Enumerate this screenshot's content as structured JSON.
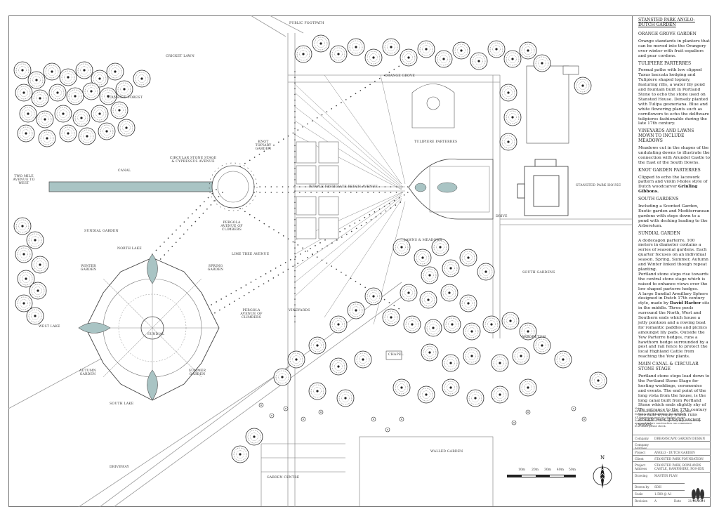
{
  "labels": {
    "public_footpath": "PUBLIC FOOTPATH",
    "cricket_lawn": "CRICKET LAWN",
    "stansted_forest": "STANSTED FOREST",
    "orange_grove": "ORANGE GROVE",
    "knot_topiary": "KNOT TOPIARY GARDEN",
    "tulipiere_parterres": "TULIPIERE PARTERRES",
    "circular_stage": "CIRCULAR STONE STAGE & CYPRESSUS AVENUE",
    "canal": "CANAL",
    "two_mile_avenue": "TWO MILE AVENUE TO WEST",
    "purple_fastigiate": "PURPLE FASTIGIATE BEECH AVENUE",
    "stansted_house": "STANSTED PARK HOUSE",
    "drive": "DRIVE",
    "sundial_garden": "SUNDIAL GARDEN",
    "pergola_top": "PERGOLA AVENUE OF CLIMBERS",
    "north_lake": "NORTH LAKE",
    "lawns_meadows": "LAWNS & MEADOWS",
    "winter_garden": "WINTER GARDEN",
    "lime_tree_avenue": "LIME TREE AVENUE",
    "spring_garden": "SPRING GARDEN",
    "south_gardens": "SOUTH GARDENS",
    "pergola_bottom": "PERGOLA AVENUE OF CLIMBERS",
    "vineyards": "VINEYARDS",
    "west_lake": "WEST LAKE",
    "sundial": "SUNDIAL",
    "arboretum": "ARBORETUM",
    "chapel": "CHAPEL",
    "autumn_garden": "AUTUMN GARDEN",
    "summer_garden": "SUMMER GARDEN",
    "south_lake": "SOUTH LAKE",
    "driveway": "DRIVEWAY",
    "walled_garden": "WALLED GARDEN",
    "garden_centre": "GARDEN CENTRE"
  },
  "panel": {
    "title": "STANSTED PARK ANGLO-DUTCH GARDEN",
    "s1_head": "ORANGE GROVE GARDEN",
    "s1_body": "Orange standards in planters that can be moved into the Orangery over winter with fruit espaliers and pear cordons.",
    "s2_head": "TULIPIERE PARTERRES",
    "s2_body": "Formal paths with low clipped Taxus baccata hedging and Tulipiere shaped topiary, featuring rills, a water lily pond and fountain built in Portland Stone to echo the stone used on Stansted House. Densely planted with Tulipa gesneriana. Blue and white flowering plants such as cornflowers to echo the delftware tulipieres fashionable during the late 17th century.",
    "s3_head": "VINEYARDS AND LAWNS MOWN TO INCLUDE MEADOWS",
    "s3_body": "Meadows cut in the shapes of the undulating downs to illustrate the connection with Arundel Castle to the East of the South Downs.",
    "s4_head": "KNOT GARDEN PARTERRES",
    "s4_body_pre": "Clipped to echo the lacework pattern and violin f-holes style of Dutch woodcarver ",
    "s4_body_bold": "Grinling Gibbons.",
    "s5_head": "SOUTH GARDENS",
    "s5_body": "Including a Scented Garden, Exotic garden and Mediterranean gardens with steps down to a pond with decking leading to the Arboretum.",
    "s6_head": "SUNDIAL GARDEN",
    "s6_body1": "A dodecagon parterre, 100 meters in diameter contains a series of seasonal gardens. Each quarter focuses on an individual season. Spring, Summer, Autumn and Winter linked though repeat planting.",
    "s6_body2": "Portland stone steps rise towards the central stone stage which is raised to enhance views over the low shaped parterre hedges.",
    "s6_body3_pre": "A large Sundial Armillary Sphere designed in Dutch 17th century style, made by ",
    "s6_body3_bold": "David Harber",
    "s6_body3_post": " sits in the middle. Three pools surround the North, West and Southern ends which house a jetty pontoon and a rowing boat for romantic paddles and picnics amoungst lily pads. Outside the Yew Parterre hedges, runs a hawthorn hedge surrounded by a post and rail fence to protect the local Highland Cattle from reaching the Yew plants.",
    "s7_head": "MAIN CANAL & CIRCULAR STONE STAGE",
    "s7_body": "Portland stone steps lead down to the Portland Stone Stage for hosting weddings, ceremonies and events. The end point of the long vista from the house, is the long canal built from Portland Stone which ends slightly shy of the entrance to the 17th century two mile avenue which runs straight west through ancient woods."
  },
  "notes": {
    "title": "Notes:",
    "lines": [
      "All measurements are in m, unless specified.",
      "Do not scale or build from this drawing.",
      "All dimensions must be checked on site.",
      "Some elements of the design may require statutory",
      "approval before construction can commence.",
      "If in doubt please check."
    ]
  },
  "title_block": {
    "company_k": "Company",
    "company_v": "DREAMSCAPE GARDEN DESIGN",
    "company_addr_k": "Company Address",
    "company_addr_v": "",
    "project_k": "Project",
    "project_v": "ANGLO - DUTCH GARDEN",
    "client_k": "Client",
    "client_v": "STANSTED PARK FOUNDATION",
    "proj_addr_k": "Project Address",
    "proj_addr_v": "STANSTED PARK, ROWLANDS CASTLE, HAMPSHIRE, PO9 6DX",
    "drawing_k": "Drawing",
    "drawing_v": "MASTER PLAN",
    "drawn_k": "Drawn by",
    "drawn_v": "SDH",
    "scale_k": "Scale",
    "scale_v": "1:500 @ A1",
    "rev_k": "Revision",
    "rev_v": "A",
    "date_k": "Date",
    "date_v": "21/06/2024"
  },
  "scale_ticks": [
    "10m",
    "20m",
    "30m",
    "40m",
    "50m"
  ],
  "colors": {
    "water": "#a9c4c4",
    "tree_stroke": "#2b2b2b",
    "path": "#9a9a9a"
  }
}
